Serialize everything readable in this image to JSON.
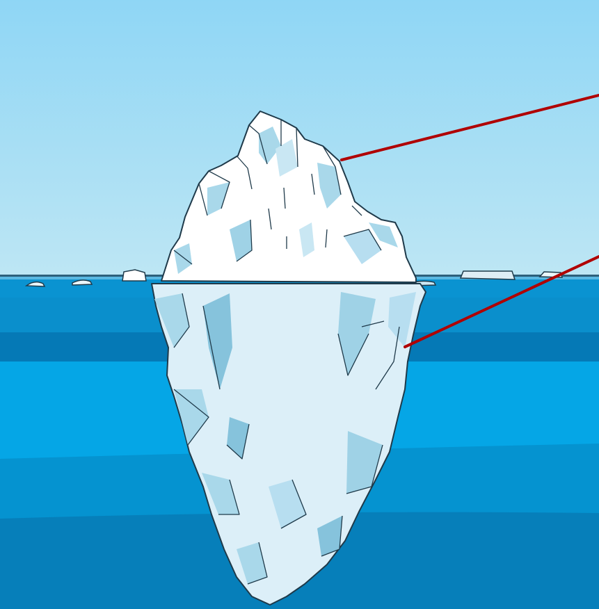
{
  "diagram": {
    "subject": "iceberg",
    "labels": [],
    "pointers": [
      "above-water-pointer",
      "below-water-pointer"
    ]
  },
  "colors": {
    "sky_top": "#8fd6f5",
    "sky_bottom": "#b7e4f3",
    "water_band_1": "#0990cf",
    "water_band_2": "#0578b5",
    "water_band_3": "#05a3e4",
    "water_band_4": "#0592cf",
    "water_band_5": "#067db8",
    "ice_white": "#ffffff",
    "ice_light": "#e4f3fa",
    "ice_shadow": "#a9d8ea",
    "ice_shadow_dark": "#86c3dc",
    "outline": "#1f3a4a",
    "pointer": "#b00000"
  }
}
